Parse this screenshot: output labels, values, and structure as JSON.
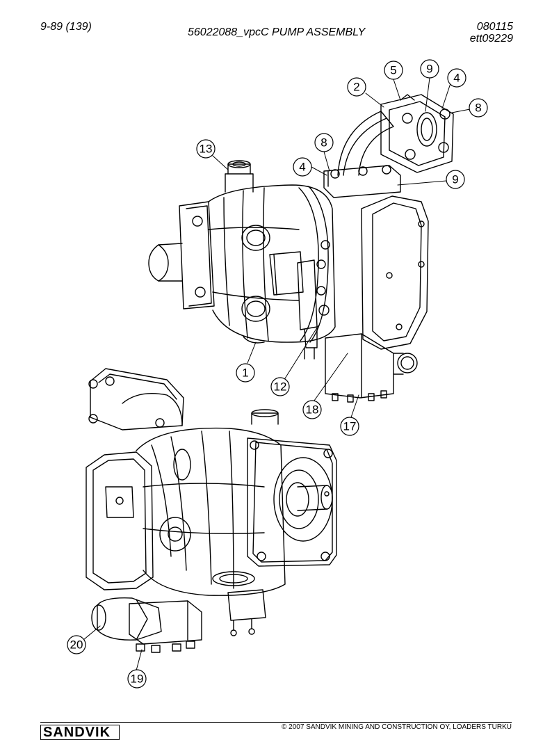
{
  "header": {
    "page_ref": "9-89 (139)",
    "title": "56022088_vpcC PUMP ASSEMBLY",
    "doc_number": "080115",
    "drawing_id": "ett09229"
  },
  "callouts": [
    "5",
    "9",
    "4",
    "2",
    "8",
    "8",
    "13",
    "4",
    "9",
    "1",
    "12",
    "18",
    "17",
    "20",
    "19"
  ],
  "footer": {
    "brand": "SANDVIK",
    "copyright": "© 2007 SANDVIK MINING AND CONSTRUCTION OY, LOADERS TURKU"
  }
}
